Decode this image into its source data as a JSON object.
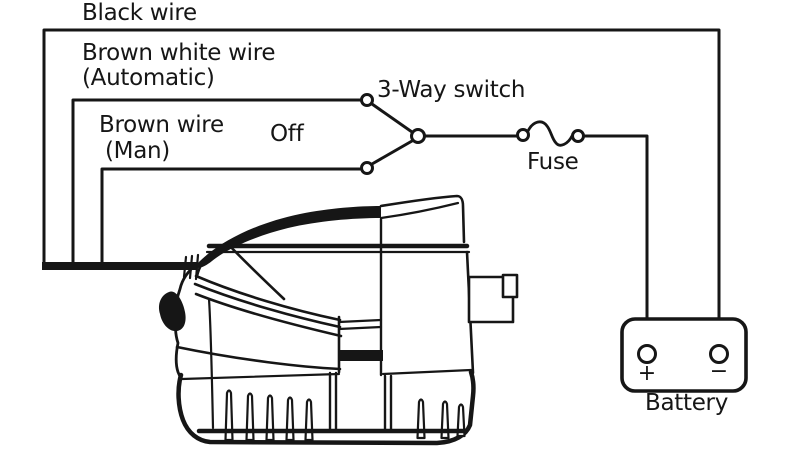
{
  "diagram": {
    "type": "wiring-diagram",
    "subject": "automatic bilge pump to battery wiring",
    "labels": {
      "black_wire": "Black wire",
      "auto_wire_line1": "Brown white wire",
      "auto_wire_line2": "(Automatic)",
      "man_wire_line1": "Brown wire",
      "man_wire_line2": "(Man)",
      "off_position": "Off",
      "switch": "3-Way switch",
      "fuse": "Fuse",
      "battery": "Battery",
      "battery_positive": "+",
      "battery_negative": "−"
    },
    "colors": {
      "line": "#161616",
      "background": "#ffffff",
      "text": "#161616"
    }
  }
}
